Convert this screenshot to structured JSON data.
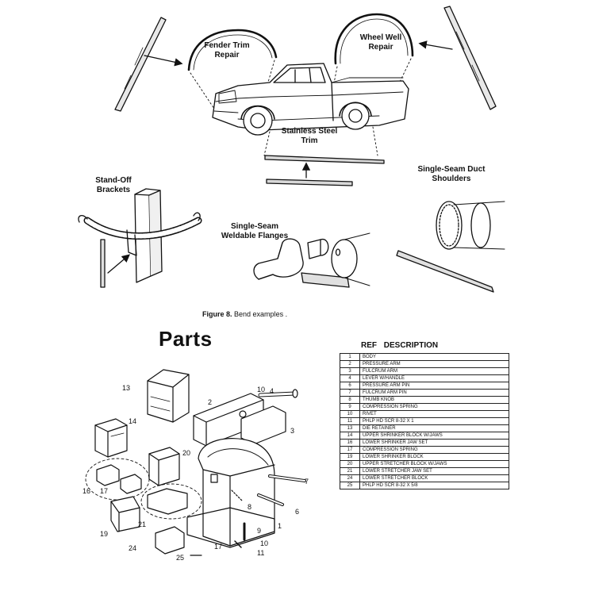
{
  "labels": {
    "fender_trim": "Fender Trim Repair",
    "wheel_well": "Wheel Well Repair",
    "stainless": "Stainless Steel Trim",
    "standoff": "Stand-Off Brackets",
    "duct": "Single-Seam Duct Shoulders",
    "flanges": "Single-Seam Weldable Flanges"
  },
  "caption": {
    "figure": "Figure 8.",
    "text": "Bend examples ."
  },
  "parts": {
    "title": "Parts",
    "header": "REF DESCRIPTION",
    "callouts": [
      "1",
      "2",
      "3",
      "4",
      "6",
      "7",
      "8",
      "9",
      "10",
      "10",
      "11",
      "13",
      "14",
      "16",
      "17",
      "17",
      "19",
      "20",
      "21",
      "24",
      "25"
    ],
    "rows": [
      {
        "ref": "1",
        "desc": "BODY"
      },
      {
        "ref": "2",
        "desc": "PRESSURE ARM"
      },
      {
        "ref": "3",
        "desc": "FULCRUM ARM"
      },
      {
        "ref": "4",
        "desc": "LEVER W/HANDLE"
      },
      {
        "ref": "6",
        "desc": "PRESSURE ARM PIN"
      },
      {
        "ref": "7",
        "desc": "FULCRUM ARM PIN"
      },
      {
        "ref": "8",
        "desc": "THUMB KNOB"
      },
      {
        "ref": "9",
        "desc": "COMPRESSION SPRING"
      },
      {
        "ref": "10",
        "desc": "RIVET"
      },
      {
        "ref": "11",
        "desc": "PHLP HD SCR 8-32 X 1"
      },
      {
        "ref": "13",
        "desc": "DIE RETAINER"
      },
      {
        "ref": "14",
        "desc": "UPPER SHRINKER BLOCK W/JAWS"
      },
      {
        "ref": "16",
        "desc": "LOWER SHRINKER JAW SET"
      },
      {
        "ref": "17",
        "desc": "COMPRESSION SPRING"
      },
      {
        "ref": "19",
        "desc": "LOWER SHRINKER BLOCK"
      },
      {
        "ref": "20",
        "desc": "UPPER STRETCHER BLOCK W/JAWS"
      },
      {
        "ref": "21",
        "desc": "LOWER STRETCHER JAW SET"
      },
      {
        "ref": "24",
        "desc": "LOWER STRETCHER BLOCK"
      },
      {
        "ref": "25",
        "desc": "PHLP HD SCR 8-32 X 5/8"
      }
    ]
  }
}
